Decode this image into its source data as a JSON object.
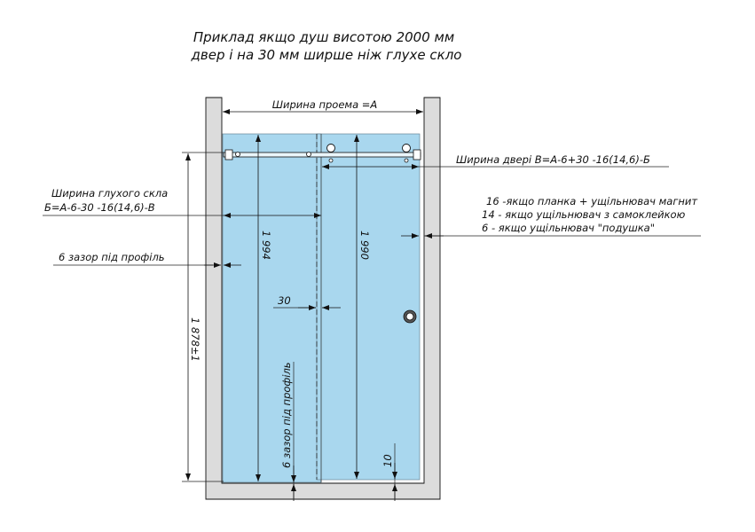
{
  "title": {
    "line1": "Приклад якщо душ висотою 2000 мм",
    "line2": "двер і  на  30 мм  ширше  ніж  глухе  скло"
  },
  "labels": {
    "opening_width": "Ширина проема =А",
    "door_width": "Ширина двері В=А-6+30 -16(14,6)-Б",
    "fixed_glass_width_1": "Ширина глухого скла",
    "fixed_glass_width_2": "Б=А-6-30 -16(14,6)-В",
    "gap_profile_left": "6 зазор під профіль",
    "gap_profile_vertical": "6  зазор під профіль",
    "note_16": "16 -якщо планка + ущільнювач магнит",
    "note_14": "14  - якщо ущільнювач з самоклейкою",
    "note_6": "6  - якщо ущільнювач \"подушка\""
  },
  "dimensions": {
    "fixed_glass_height": "1 994",
    "door_height": "1 990",
    "overlap": "30",
    "profile_height": "1 878±1",
    "bottom_gap": "10"
  },
  "colors": {
    "glass": "#a9d7ee",
    "wall": "#dcdcdc",
    "line": "#111111"
  }
}
